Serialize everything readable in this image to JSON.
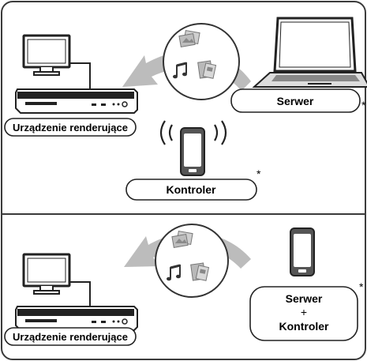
{
  "panels": [
    {
      "renderer_label": "Urządzenie renderujące",
      "server_label": "Serwer",
      "server_mark": "*",
      "controller_label": "Kontroler",
      "controller_mark": "*"
    },
    {
      "renderer_label": "Urządzenie renderujące",
      "server_controller_line1": "Serwer",
      "server_controller_plus": "+",
      "server_controller_line2": "Kontroler",
      "server_controller_mark": "*"
    }
  ],
  "colors": {
    "arrow": "#bcbcbc",
    "outline": "#3a3a3a",
    "screen": "#ffffff",
    "content_circle": "#ffffff"
  },
  "icons": [
    "tv-icon",
    "blu-ray-player-icon",
    "laptop-icon",
    "smartphone-icon",
    "wireless-signal-icon",
    "photo-icon",
    "music-note-icon",
    "video-film-icon"
  ]
}
